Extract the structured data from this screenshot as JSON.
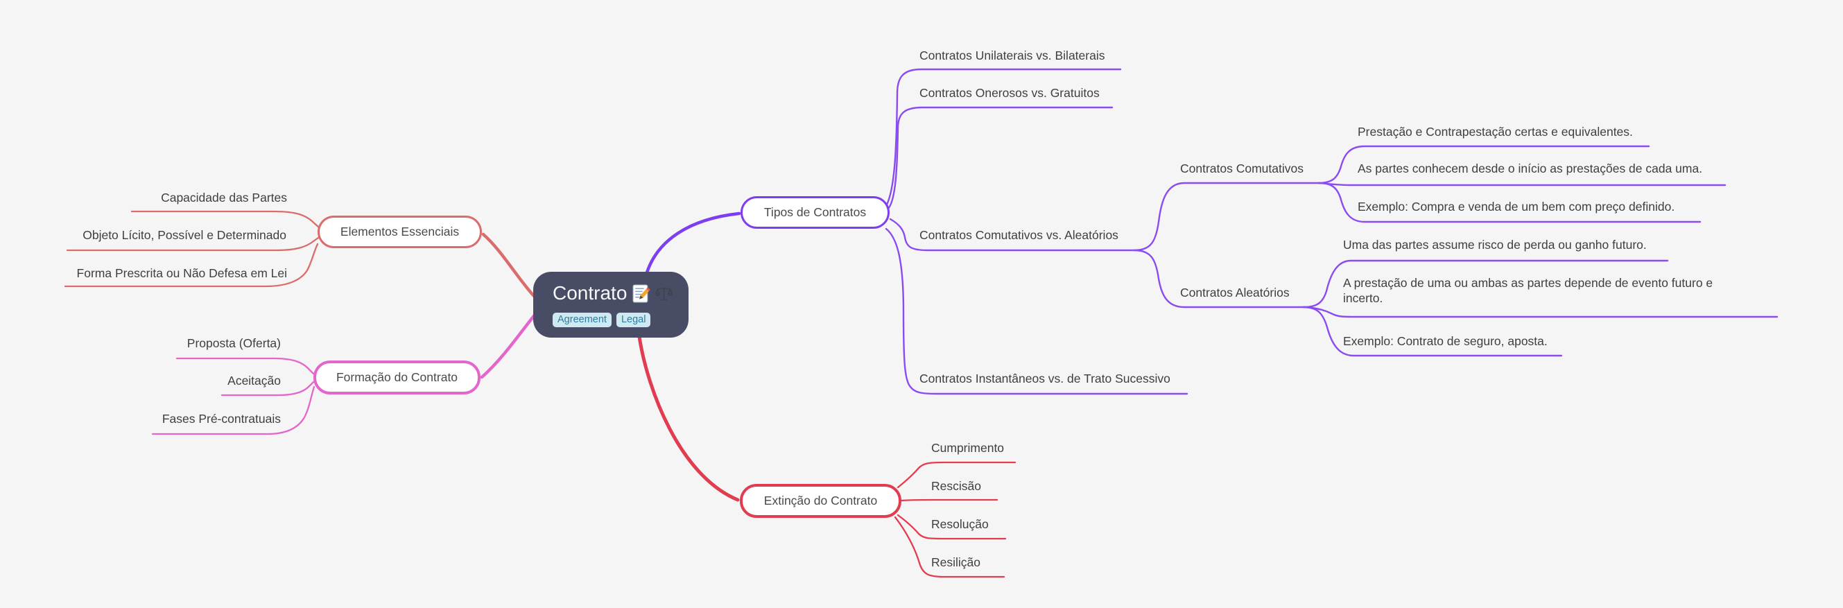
{
  "app": {
    "kind": "mind-map-canvas"
  },
  "colors": {
    "background": "#f5f5f6",
    "label_text": "#3f3f3f",
    "node_text": "#4a4a4a",
    "root_bg": "#484c64",
    "root_text": "#f7f8fa",
    "tag_bg": "#cfe9f2",
    "tag_text": "#2a7f9e"
  },
  "root": {
    "title": "Contrato",
    "icons": [
      {
        "name": "memo-icon"
      },
      {
        "name": "scales-icon"
      }
    ],
    "tags": [
      {
        "label": "Agreement"
      },
      {
        "label": "Legal"
      }
    ]
  },
  "branches": [
    {
      "label": "Tipos de Contratos",
      "color": "#7d3ef0",
      "line_color": "#8a4cf0",
      "children": [
        {
          "label": "Contratos Unilaterais vs. Bilaterais"
        },
        {
          "label": "Contratos Onerosos vs. Gratuitos"
        },
        {
          "label": "Contratos Comutativos vs. Aleatórios",
          "children": [
            {
              "label": "Contratos Comutativos",
              "children": [
                {
                  "label": "Prestação e Contrapestação certas e equivalentes."
                },
                {
                  "label": "As partes conhecem desde o início as prestações de cada uma."
                },
                {
                  "label": "Exemplo: Compra e venda de um bem com preço definido."
                }
              ]
            },
            {
              "label": "Contratos Aleatórios",
              "children": [
                {
                  "label": "Uma das partes assume risco de perda ou ganho futuro."
                },
                {
                  "label": "A prestação de uma ou ambas as partes depende de evento futuro e incerto."
                },
                {
                  "label": "Exemplo: Contrato de seguro, aposta."
                }
              ]
            }
          ]
        },
        {
          "label": "Contratos Instantâneos vs. de Trato Sucessivo"
        }
      ]
    },
    {
      "label": "Elementos Essenciais",
      "color": "#d96d6d",
      "line_color": "#d96d6d",
      "children": [
        {
          "label": "Capacidade das Partes"
        },
        {
          "label": "Objeto Lícito, Possível e Determinado"
        },
        {
          "label": "Forma Prescrita ou Não Defesa em Lei"
        }
      ]
    },
    {
      "label": "Formação do Contrato",
      "color": "#e366cb",
      "line_color": "#e366cb",
      "children": [
        {
          "label": "Proposta (Oferta)"
        },
        {
          "label": "Aceitação"
        },
        {
          "label": "Fases Pré-contratuais"
        }
      ]
    },
    {
      "label": "Extinção do Contrato",
      "color": "#e23c50",
      "line_color": "#e23c50",
      "children": [
        {
          "label": "Cumprimento"
        },
        {
          "label": "Rescisão"
        },
        {
          "label": "Resolução"
        },
        {
          "label": "Resilição"
        }
      ]
    }
  ]
}
